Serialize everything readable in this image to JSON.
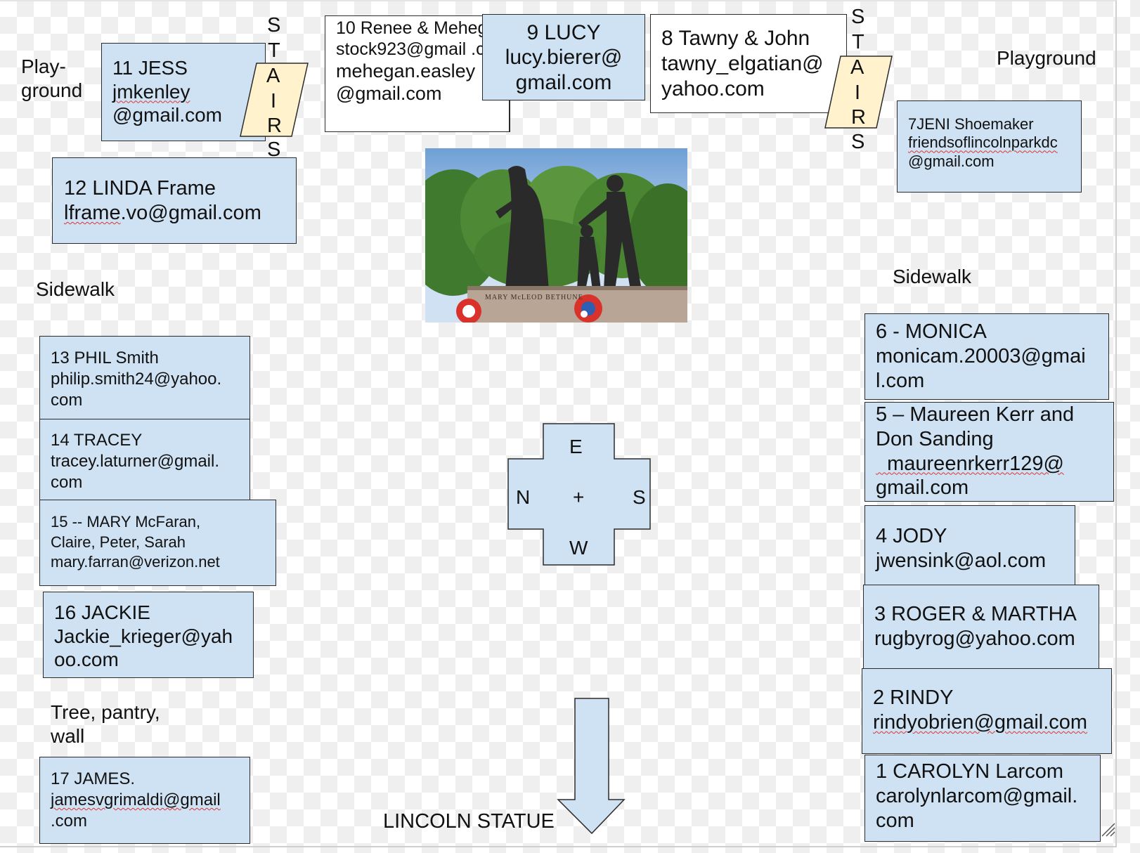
{
  "top_left_label": [
    "Play-",
    "ground"
  ],
  "top_right_label": "Playground",
  "sidewalk_left": "Sidewalk",
  "sidewalk_right": "Sidewalk",
  "tree_label": [
    "Tree, pantry,",
    "wall"
  ],
  "lincoln_label": "LINCOLN STATUE",
  "stairs_left": {
    "top": [
      "S",
      "T"
    ],
    "mid": [
      "A",
      "I",
      "R"
    ],
    "bottom": [
      "S"
    ]
  },
  "stairs_right": {
    "top": [
      "S",
      "T"
    ],
    "mid": [
      "A",
      "I",
      "R"
    ],
    "bottom": [
      "S"
    ]
  },
  "statue_inscription": "MARY McLEOD BETHUNE",
  "compass": {
    "top": "E",
    "left": "N",
    "center": "+",
    "right": "S",
    "bottom": "W"
  },
  "plots": {
    "p1": {
      "name": "1 CAROLYN Larcom",
      "email": [
        "carolynlarcom@gmail.",
        "com"
      ]
    },
    "p2": {
      "name": "2 RINDY",
      "email": [
        "rindyobrien@gmail.com"
      ]
    },
    "p3": {
      "name": "3 ROGER & MARTHA",
      "email": [
        "rugbyrog@yahoo.com"
      ]
    },
    "p4": {
      "name": "4 JODY",
      "email": [
        "jwensink@aol.com"
      ]
    },
    "p5": {
      "name": [
        "5 – Maureen Kerr and",
        "Don Sanding"
      ],
      "email": [
        "  maureenrkerr129@",
        "gmail.com"
      ]
    },
    "p6": {
      "name": "6 - MONICA",
      "email": [
        "monicam.20003@gmai",
        "l.com"
      ]
    },
    "p7": {
      "name": "7JENI Shoemaker",
      "email": [
        "friendsoflincolnparkdc",
        "@gmail.com"
      ]
    },
    "p8": {
      "name": "8 Tawny & John",
      "email": [
        "tawny_elgatian@",
        "yahoo.com"
      ]
    },
    "p9": {
      "name": "9 LUCY",
      "email": [
        "lucy.bierer@",
        "gmail.com"
      ]
    },
    "p10": {
      "name": [
        "10  Renee &",
        "Mehegan"
      ],
      "email": [
        "stock923@gmail",
        ".com",
        "mehegan.easley",
        "@gmail.com"
      ]
    },
    "p11": {
      "name": "11 JESS",
      "email": [
        "jmkenley",
        "@gmail.com"
      ]
    },
    "p12": {
      "name": "12 LINDA Frame",
      "email": [
        "lframe.vo@gmail.com"
      ]
    },
    "p13": {
      "name": "13 PHIL Smith",
      "email": [
        "philip.smith24@yahoo.",
        "com"
      ]
    },
    "p14": {
      "name": "14 TRACEY",
      "email": [
        "tracey.laturner@gmail.",
        "com"
      ]
    },
    "p15": {
      "name": [
        "15 -- MARY McFaran,",
        "Claire, Peter, Sarah"
      ],
      "email": [
        "mary.farran@verizon.net"
      ]
    },
    "p16": {
      "name": "16 JACKIE",
      "email": [
        "Jackie_krieger@yah",
        "oo.com"
      ]
    },
    "p17": {
      "name": "17 JAMES.",
      "email": [
        "jamesvgrimaldi@gmail",
        ".com"
      ]
    }
  }
}
